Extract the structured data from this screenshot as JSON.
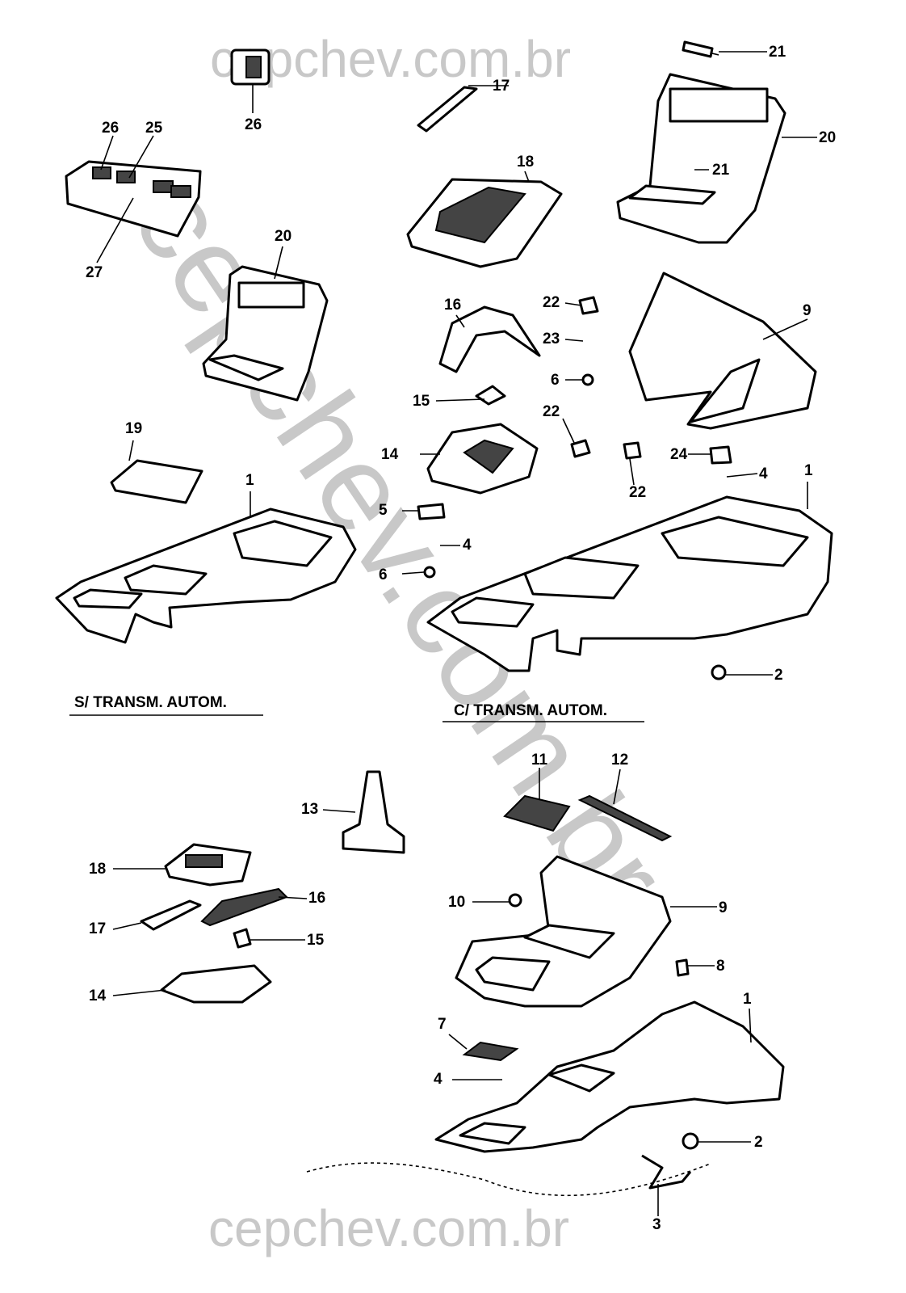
{
  "watermark": {
    "text": "cepchev.com.br",
    "color": "#c8c8c8"
  },
  "sections": {
    "manual": "S/ TRANSM. AUTOM.",
    "automatic": "C/ TRANSM. AUTOM."
  },
  "labels": {
    "top": [
      "26",
      "25",
      "26",
      "27",
      "20",
      "17",
      "18",
      "21",
      "20",
      "21",
      "16",
      "22",
      "23",
      "6",
      "9",
      "15",
      "22",
      "14",
      "19",
      "1",
      "24",
      "4",
      "22",
      "1",
      "5",
      "4",
      "6",
      "2"
    ],
    "bottom": [
      "11",
      "12",
      "13",
      "18",
      "16",
      "10",
      "9",
      "17",
      "15",
      "8",
      "14",
      "1",
      "7",
      "4",
      "2",
      "3"
    ]
  }
}
